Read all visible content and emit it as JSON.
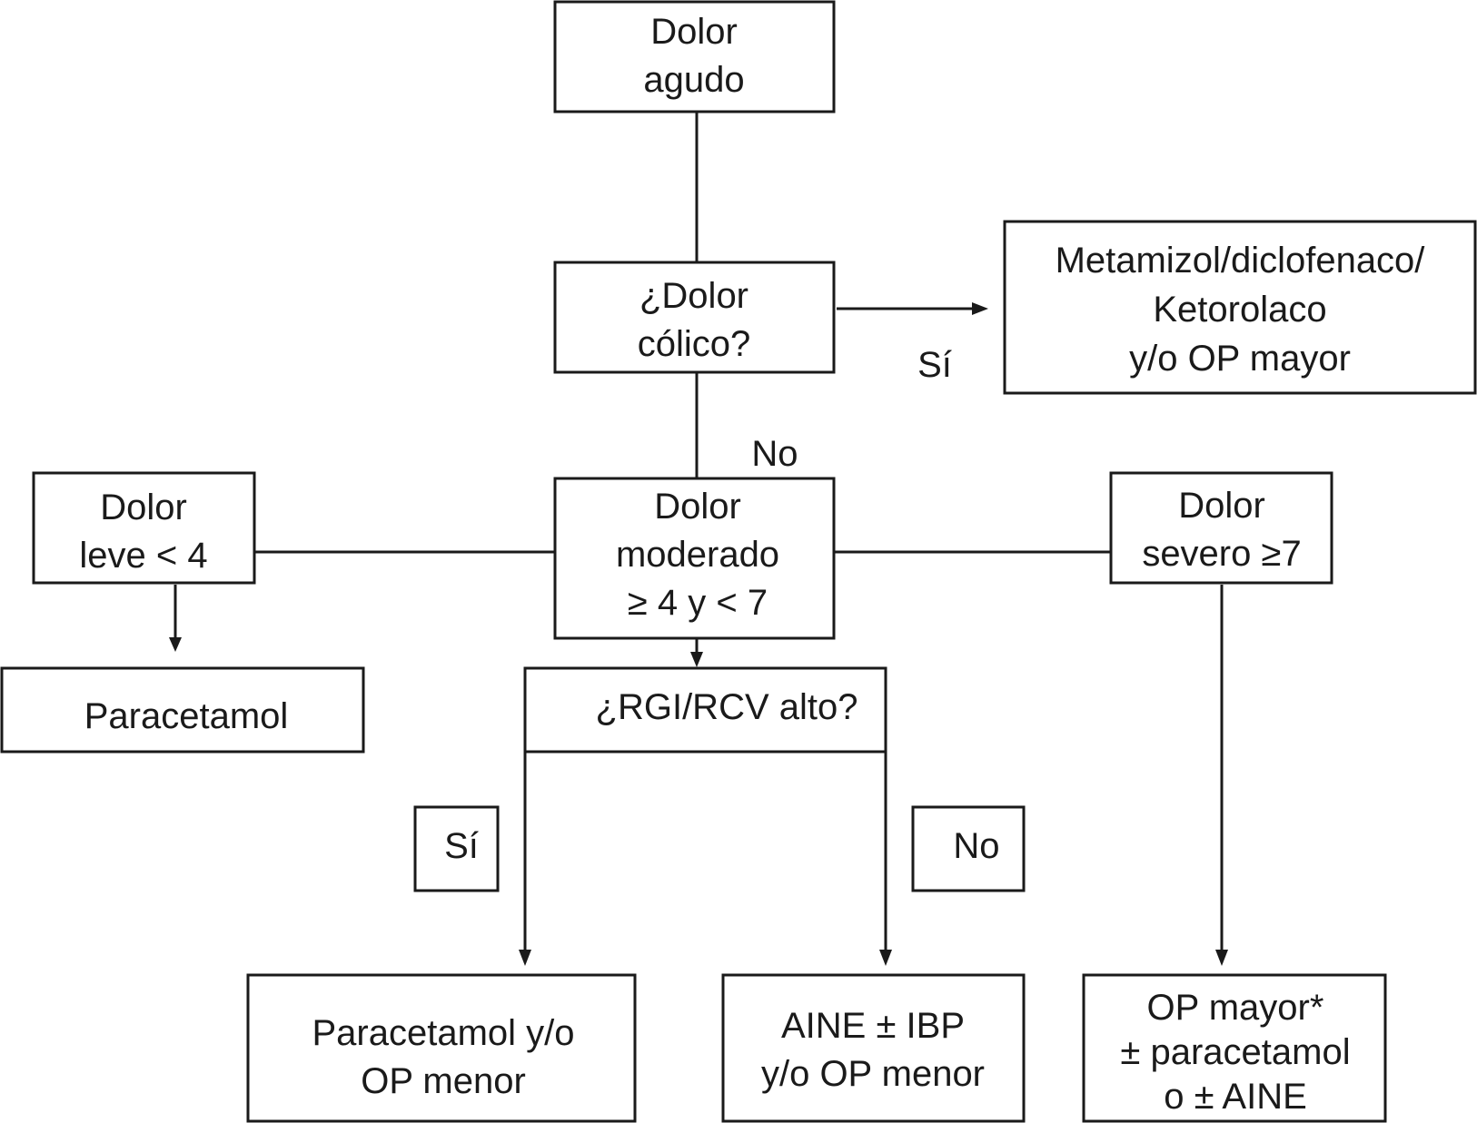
{
  "nodes": {
    "dolor_agudo": [
      "Dolor",
      "agudo"
    ],
    "colico_q": [
      "¿Dolor",
      "cólico?"
    ],
    "metamizol": [
      "Metamizol/diclofenaco/",
      "Ketorolaco",
      "y/o OP mayor"
    ],
    "leve": [
      "Dolor",
      "leve < 4"
    ],
    "moderado": [
      "Dolor",
      "moderado",
      "≥ 4 y < 7"
    ],
    "severo": [
      "Dolor",
      "severo ≥7"
    ],
    "paracetamol": [
      "Paracetamol"
    ],
    "rgi_q": [
      "¿RGI/RCV alto?"
    ],
    "si_box": [
      "Sí"
    ],
    "no_box": [
      "No"
    ],
    "para_op": [
      "Paracetamol y/o",
      "OP menor"
    ],
    "aine": [
      "AINE ± IBP",
      "y/o OP menor"
    ],
    "op_mayor": [
      "OP mayor*",
      "± paracetamol",
      "o ± AINE"
    ]
  },
  "edge_labels": {
    "colico_si": "Sí",
    "colico_no": "No"
  },
  "colors": {
    "stroke": "#1a1a1a",
    "background": "#ffffff"
  }
}
